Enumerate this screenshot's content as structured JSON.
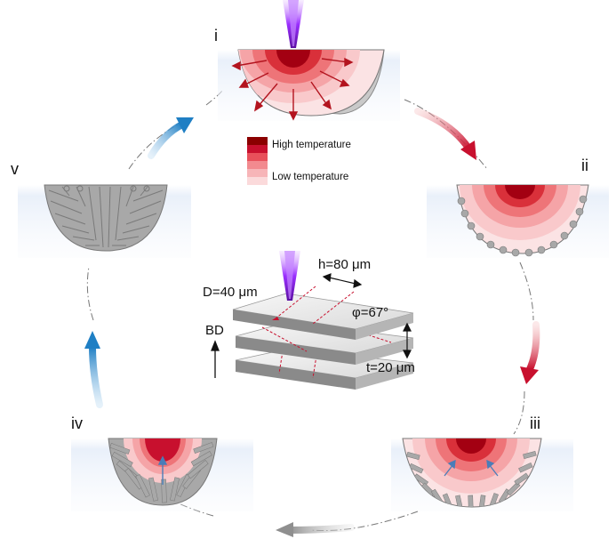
{
  "stages": [
    {
      "id": "i",
      "label": "i"
    },
    {
      "id": "ii",
      "label": "ii"
    },
    {
      "id": "iii",
      "label": "iii"
    },
    {
      "id": "iv",
      "label": "iv"
    },
    {
      "id": "v",
      "label": "v"
    }
  ],
  "legend": {
    "high": "High temperature",
    "low": "Low temperature",
    "colors": [
      "#8b0000",
      "#c8102e",
      "#e8505b",
      "#f28a8f",
      "#f7b5b8",
      "#fbdadb"
    ]
  },
  "parameters": {
    "hatch": "h=80 μm",
    "diameter": "D=40 μm",
    "angle": "φ=67°",
    "thickness": "t=20 μm",
    "build_direction": "BD"
  },
  "colors": {
    "laser": "#8a2be2",
    "arrow_red": "#c8102e",
    "arrow_blue": "#1f7fc4",
    "arrow_gray": "#9a9a9a",
    "grain": "#a8a8a8",
    "powder_bg": "#e6eef8"
  }
}
